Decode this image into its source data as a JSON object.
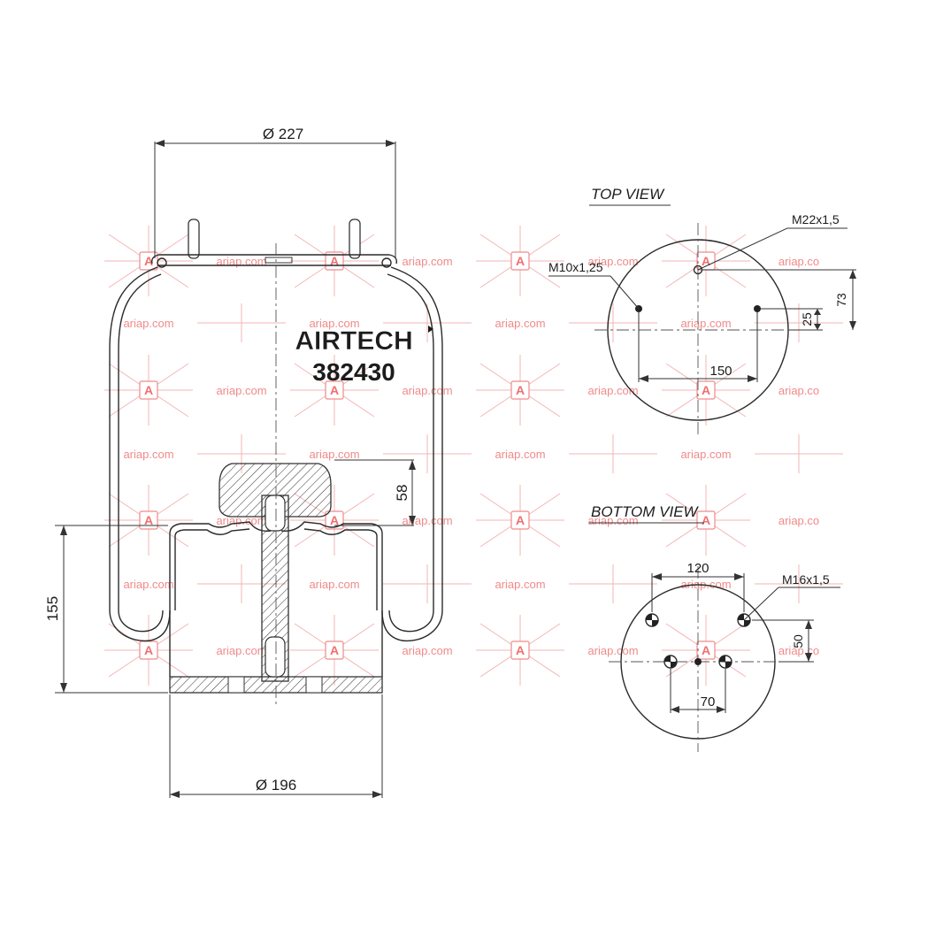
{
  "brand": "AIRTECH",
  "part_number": "382430",
  "dimensions": {
    "top_diameter": "Ø 227",
    "bottom_diameter": "Ø 196",
    "height": "155",
    "piston_height": "58"
  },
  "top_view": {
    "title": "TOP VIEW",
    "thread_center": "M22x1,5",
    "thread_side": "M10x1,25",
    "bolt_spacing": "150",
    "offset_small": "25",
    "offset_large": "73"
  },
  "bottom_view": {
    "title": "BOTTOM VIEW",
    "thread": "M16x1,5",
    "spacing_top": "120",
    "spacing_bottom": "70",
    "offset": "50"
  },
  "watermark": {
    "text": "ariap.com",
    "text_cut": "ariap.co",
    "logo_letter": "A"
  },
  "colors": {
    "line": "#2a2a2a",
    "watermark": "#f08a8a"
  }
}
